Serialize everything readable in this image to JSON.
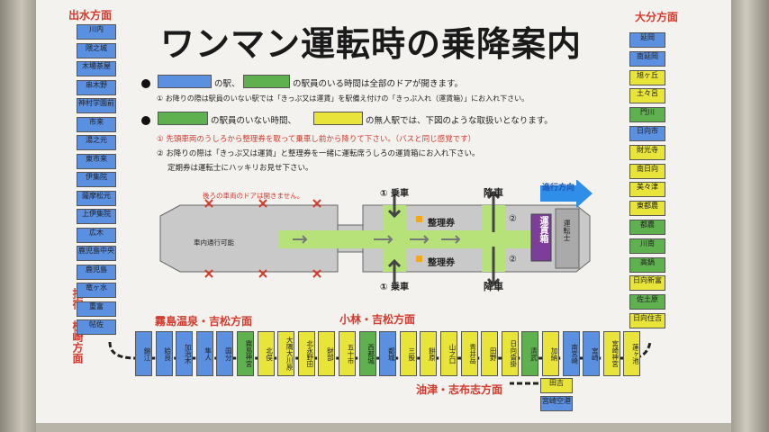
{
  "title": "ワンマン運転時の乗降案内",
  "directions": {
    "izumi": "出水方面",
    "oita": "大分方面",
    "kirishima": "霧島温泉・吉松方面",
    "kobayashi": "小林・吉松方面",
    "aburatsu": "油津・志布志方面",
    "ibusuki": "指宿・枕崎方面"
  },
  "legend": {
    "line1_a": "の駅、",
    "line1_b": "の駅員のいる時間は全部のドアが開きます。",
    "line1_note": "① お降りの際は駅員のいない駅では「きっぷ又は運賃」を駅備え付けの「きっぷ入れ（運賃箱）」にお入れ下さい。",
    "line2_a": "の駅員のいない時間、",
    "line2_b": "の無人駅では、下図のような取扱いとなります。",
    "line2_red": "① 先頭車両のうしろから整理券を取って乗車し前から降りて下さい。（バスと同じ感覚です）",
    "line2_note1": "② お降りの際は「きっぷ又は運賃」と整理券を一緒に運転席うしろの運賃箱にお入れ下さい。",
    "line2_note2": "定期券は運転士にハッキリお見せ下さい。"
  },
  "colors": {
    "blue": "#5b8fe0",
    "green": "#5fb04e",
    "yellow": "#e8e43a",
    "red": "#d23b2e",
    "arrow": "#2f8fe8"
  },
  "diagram": {
    "rear_doors_note": "後ろの車両のドアは開きません。",
    "aisle": "車内通行可能",
    "board_top": "① 乗車",
    "board_bottom": "① 乗車",
    "alight_top": "降車",
    "alight_bottom": "降車",
    "ticket_top": "整理券",
    "ticket_bottom": "整理券",
    "fare_box": "運賃箱",
    "driver": "運転士",
    "step2_top": "②",
    "step2_bottom": "②",
    "direction": "進行方向"
  },
  "stations": {
    "left_column": [
      {
        "name": "川内",
        "color": "blue"
      },
      {
        "name": "隈之城",
        "color": "blue"
      },
      {
        "name": "木場茶屋",
        "color": "blue"
      },
      {
        "name": "串木野",
        "color": "blue"
      },
      {
        "name": "神村学園前",
        "color": "blue"
      },
      {
        "name": "市来",
        "color": "blue"
      },
      {
        "name": "湯之元",
        "color": "blue"
      },
      {
        "name": "東市来",
        "color": "blue"
      },
      {
        "name": "伊集院",
        "color": "blue"
      },
      {
        "name": "薩摩松元",
        "color": "blue"
      },
      {
        "name": "上伊集院",
        "color": "blue"
      },
      {
        "name": "広木",
        "color": "blue"
      },
      {
        "name": "鹿児島中央",
        "color": "blue"
      },
      {
        "name": "鹿児島",
        "color": "blue"
      },
      {
        "name": "竜ヶ水",
        "color": "blue"
      },
      {
        "name": "重富",
        "color": "blue"
      },
      {
        "name": "帖佐",
        "color": "blue"
      }
    ],
    "bottom_row": [
      {
        "name": "錦江",
        "color": "blue"
      },
      {
        "name": "姶良",
        "color": "blue"
      },
      {
        "name": "加治木",
        "color": "blue"
      },
      {
        "name": "隼人",
        "color": "blue"
      },
      {
        "name": "国分",
        "color": "blue"
      },
      {
        "name": "霧島神宮",
        "color": "green"
      },
      {
        "name": "北俣",
        "color": "yellow"
      },
      {
        "name": "大隅大川原",
        "color": "yellow"
      },
      {
        "name": "北永野田",
        "color": "yellow"
      },
      {
        "name": "財部",
        "color": "yellow"
      },
      {
        "name": "五十市",
        "color": "yellow"
      },
      {
        "name": "西都城",
        "color": "green"
      },
      {
        "name": "都城",
        "color": "blue"
      },
      {
        "name": "三股",
        "color": "yellow"
      },
      {
        "name": "餅原",
        "color": "yellow"
      },
      {
        "name": "山之口",
        "color": "yellow"
      },
      {
        "name": "青井岳",
        "color": "yellow"
      },
      {
        "name": "田野",
        "color": "yellow"
      },
      {
        "name": "日向沓掛",
        "color": "yellow"
      },
      {
        "name": "清武",
        "color": "green"
      },
      {
        "name": "加納",
        "color": "yellow"
      },
      {
        "name": "南宮崎",
        "color": "blue"
      },
      {
        "name": "宮崎",
        "color": "blue"
      },
      {
        "name": "宮崎神宮",
        "color": "yellow"
      },
      {
        "name": "蓮ヶ池",
        "color": "yellow"
      }
    ],
    "right_column": [
      {
        "name": "延岡",
        "color": "blue"
      },
      {
        "name": "南延岡",
        "color": "blue"
      },
      {
        "name": "旭ヶ丘",
        "color": "yellow"
      },
      {
        "name": "土々呂",
        "color": "yellow"
      },
      {
        "name": "門川",
        "color": "green"
      },
      {
        "name": "日向市",
        "color": "blue"
      },
      {
        "name": "財光寺",
        "color": "yellow"
      },
      {
        "name": "南日向",
        "color": "yellow"
      },
      {
        "name": "美々津",
        "color": "yellow"
      },
      {
        "name": "東都農",
        "color": "yellow"
      },
      {
        "name": "都農",
        "color": "green"
      },
      {
        "name": "川南",
        "color": "green"
      },
      {
        "name": "高鍋",
        "color": "green"
      },
      {
        "name": "日向新富",
        "color": "yellow"
      },
      {
        "name": "佐土原",
        "color": "green"
      },
      {
        "name": "日向住吉",
        "color": "yellow"
      }
    ],
    "branch": [
      {
        "name": "田吉",
        "color": "yellow"
      },
      {
        "name": "宮崎空港",
        "color": "blue"
      }
    ]
  }
}
